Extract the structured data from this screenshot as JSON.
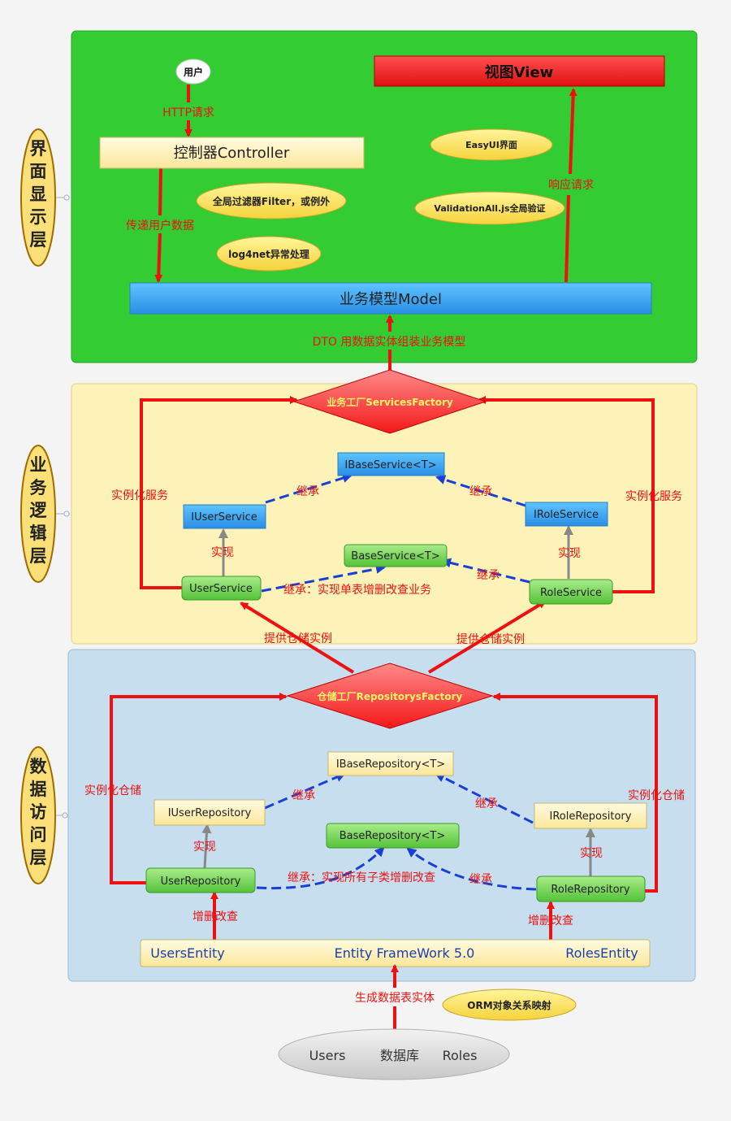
{
  "layers": {
    "ui": {
      "label": "界面显示层",
      "color": "#33cc33"
    },
    "logic": {
      "label": "业务逻辑层",
      "color": "#fdf2b8"
    },
    "data": {
      "label": "数据访问层",
      "color": "#c6deee"
    }
  },
  "ui_layer": {
    "user": "用户",
    "http_request": "HTTP请求",
    "controller": "控制器Controller",
    "pass_user_data": "传递用户数据",
    "filter": "全局过滤器Filter，或例外",
    "log4net": "log4net异常处理",
    "view": "视图View",
    "easyui": "EasyUI界面",
    "validation": "ValidationAll.js全局验证",
    "response": "响应请求",
    "model": "业务模型Model",
    "dto": "DTO  用数据实体组装业务模型"
  },
  "logic_layer": {
    "services_factory": "业务工厂ServicesFactory",
    "ibase_service": "IBaseService<T>",
    "iuser_service": "IUserService",
    "irole_service": "IRoleService",
    "base_service": "BaseService<T>",
    "user_service": "UserService",
    "role_service": "RoleService",
    "instantiate_left": "实例化服务",
    "instantiate_right": "实例化服务",
    "inherit_left": "继承",
    "inherit_right": "继承",
    "inherit_base": "继承",
    "implement_left": "实现",
    "implement_right": "实现",
    "inherit_note": "继承：实现单表增删改查业务",
    "provide_left": "提供仓储实例",
    "provide_right": "提供仓储实例"
  },
  "data_layer": {
    "repositories_factory": "仓储工厂RepositorysFactory",
    "ibase_repository": "IBaseRepository<T>",
    "iuser_repository": "IUserRepository",
    "irole_repository": "IRoleRepository",
    "base_repository": "BaseRepository<T>",
    "user_repository": "UserRepository",
    "role_repository": "RoleRepository",
    "instantiate_left": "实例化仓储",
    "instantiate_right": "实例化仓储",
    "inherit_left": "继承",
    "inherit_right": "继承",
    "inherit_base": "继承",
    "implement_left": "实现",
    "implement_right": "实现",
    "inherit_note": "继承：实现所有子类增删改查",
    "crud_left": "增删改查",
    "crud_right": "增删改查",
    "users_entity": "UsersEntity",
    "entity_framework": "Entity FrameWork 5.0",
    "roles_entity": "RolesEntity"
  },
  "bottom": {
    "generate": "生成数据表实体",
    "orm": "ORM对象关系映射",
    "users": "Users",
    "database": "数据库",
    "roles": "Roles"
  }
}
